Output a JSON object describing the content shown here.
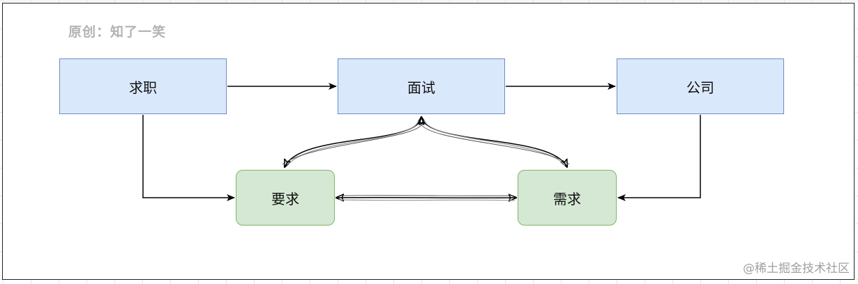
{
  "credit": "原创：知了一笑",
  "nodes": {
    "qiuzhi": "求职",
    "mianshi": "面试",
    "gongsi": "公司",
    "yaoqiu": "要求",
    "xuqiu": "需求"
  },
  "watermark": "@稀土掘金技术社区",
  "colors": {
    "blue_fill": "#dae8fc",
    "blue_stroke": "#6c8ebf",
    "green_fill": "#d5e8d4",
    "green_stroke": "#82b366"
  }
}
